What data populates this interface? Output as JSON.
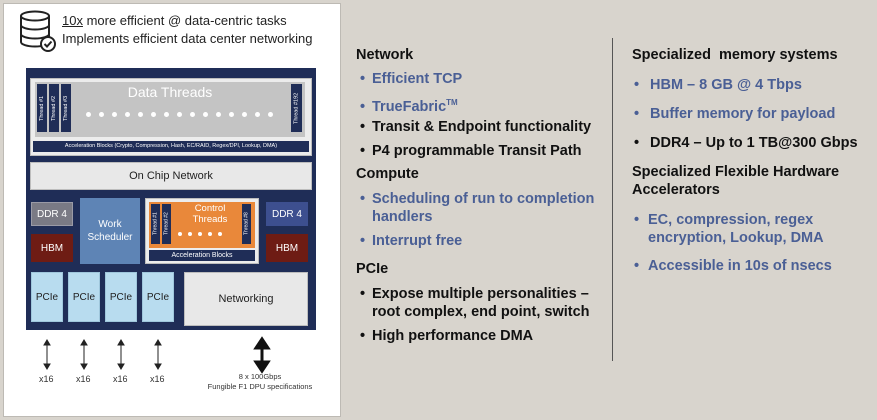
{
  "header": {
    "line1_underlined": "10x",
    "line1_rest": " more efficient @ data-centric tasks",
    "line2": "Implements efficient data center networking"
  },
  "icons": {
    "database": "database-check-icon"
  },
  "chip": {
    "data_threads_title": "Data Threads",
    "thread_labels": [
      "Thread #1",
      "Thread #2",
      "Thread #3"
    ],
    "thread_last": "Thread #192",
    "accel_blocks_long": "Acceleration Blocks (Crypto, Compression, Hash, EC/RAID, Regex/DPI, Lookup, DMA)",
    "on_chip_network": "On Chip Network",
    "ddr_left": "DDR 4",
    "ddr_right": "DDR 4",
    "hbm_left": "HBM",
    "hbm_right": "HBM",
    "work_scheduler_1": "Work",
    "work_scheduler_2": "Scheduler",
    "control_threads_1": "Control",
    "control_threads_2": "Threads",
    "ct_thread_labels": [
      "Thread #1",
      "Thread #2"
    ],
    "ct_thread_last": "Thread #8",
    "accel_blocks_short": "Acceleration Blocks",
    "pcie": [
      "PCIe",
      "PCIe",
      "PCIe",
      "PCIe"
    ],
    "networking": "Networking",
    "lane_labels": [
      "x16",
      "x16",
      "x16",
      "x16"
    ],
    "net_speed": "8 x 100Gbps",
    "caption": "Fungible F1 DPU specifications"
  },
  "middle": {
    "network_heading": "Network",
    "network_items": [
      "Efficient TCP",
      "TrueFabric",
      "Transit & Endpoint functionality",
      "P4 programmable Transit Path"
    ],
    "truefabric_sup": "TM",
    "compute_heading": "Compute",
    "compute_items": [
      "Scheduling of run to completion",
      "handlers",
      "Interrupt free"
    ],
    "pcie_heading": "PCIe",
    "pcie_items": [
      "Expose multiple personalities –",
      "root complex, end point, switch",
      "High performance DMA"
    ]
  },
  "right": {
    "mem_heading": "Specialized  memory systems",
    "mem_items": [
      "HBM – 8 GB @ 4 Tbps",
      "Buffer memory for payload",
      "DDR4 – Up to 1 TB@300 Gbps"
    ],
    "accel_heading_1": "Specialized Flexible Hardware",
    "accel_heading_2": "Accelerators",
    "accel_items": [
      "EC, compression, regex",
      "encryption, Lookup, DMA",
      "Accessible in 10s of nsecs"
    ]
  },
  "colors": {
    "chip_navy": "#1f2d57",
    "control_orange": "#e9883a",
    "hbm_red": "#6e1c14",
    "pcie_blue": "#b8dcef",
    "bullet_blue": "#4a5f95"
  }
}
